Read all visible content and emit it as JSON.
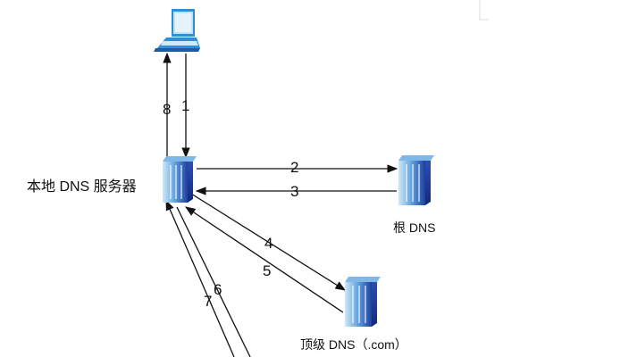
{
  "nodes": {
    "local": {
      "label": "本地 DNS 服务器"
    },
    "root": {
      "label": "根 DNS"
    },
    "tld": {
      "label": "顶级 DNS（.com）"
    }
  },
  "edges": {
    "e1": "1",
    "e2": "2",
    "e3": "3",
    "e4": "4",
    "e5": "5",
    "e6": "6",
    "e7": "7",
    "e8": "8"
  },
  "colors": {
    "server_dark": "#1f3fa0",
    "server_light": "#a9d6ef",
    "laptop_blue": "#2f8fd6",
    "line": "#111111"
  }
}
